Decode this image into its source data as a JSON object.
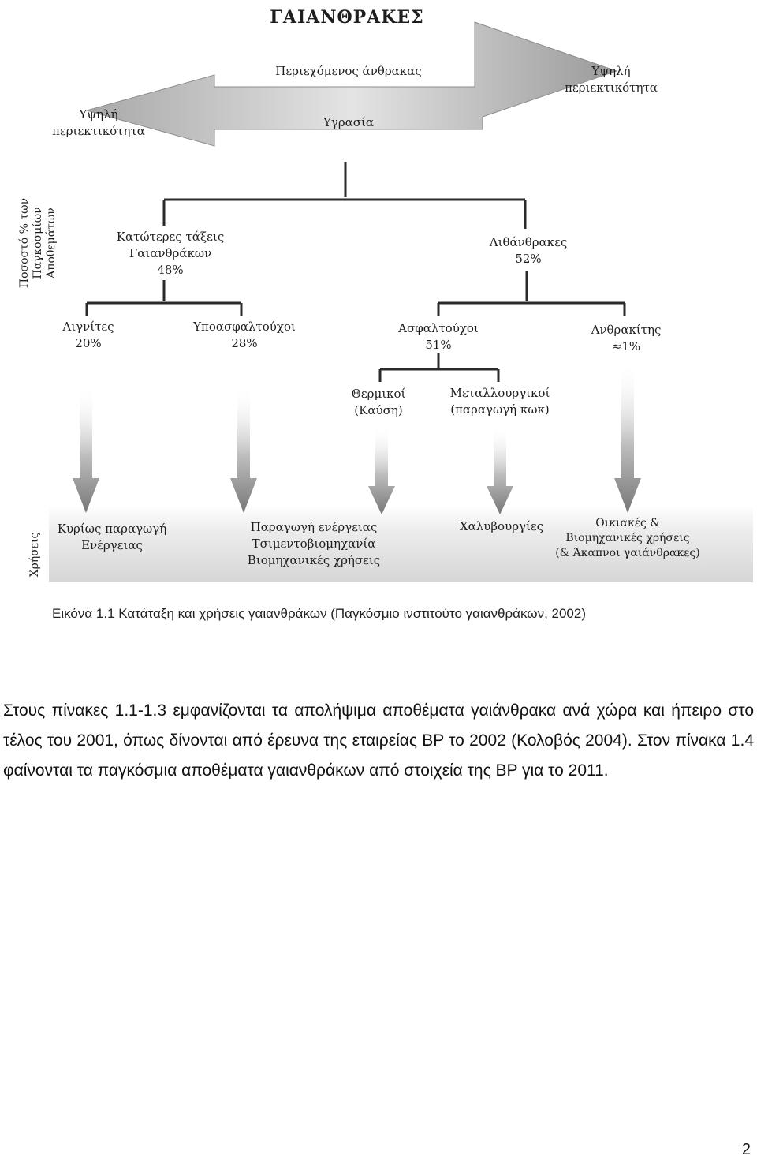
{
  "figure": {
    "title": "ΓΑΙΑΝΘΡΑΚΕΣ",
    "arrow": {
      "upper_label": "Περιεχόμενος άνθρακας",
      "lower_label": "Υγρασία",
      "right_label": [
        "Υψηλή",
        "περιεκτικότητα"
      ],
      "left_label": [
        "Υψηλή",
        "περιεκτικότητα"
      ]
    },
    "side_label_share": [
      "Ποσοστό % των",
      "Παγκοσμίων",
      "Αποθεμάτων"
    ],
    "side_label_uses": "Χρήσεις",
    "level1": [
      {
        "lines": [
          "Κατώτερες τάξεις",
          "Γαιανθράκων",
          "48%"
        ]
      },
      {
        "lines": [
          "Λιθάνθρακες",
          "52%"
        ]
      }
    ],
    "level2": [
      {
        "lines": [
          "Λιγνίτες",
          "20%"
        ]
      },
      {
        "lines": [
          "Υποασφαλτούχοι",
          "28%"
        ]
      },
      {
        "lines": [
          "Ασφαλτούχοι",
          "51%"
        ]
      },
      {
        "lines": [
          "Ανθρακίτης",
          "≈1%"
        ]
      }
    ],
    "level3": [
      {
        "lines": [
          "Θερμικοί",
          "(Καύση)"
        ]
      },
      {
        "lines": [
          "Μεταλλουργικοί",
          "(παραγωγή κωκ)"
        ]
      }
    ],
    "uses": [
      {
        "lines": [
          "Κυρίως παραγωγή",
          "Ενέργειας"
        ]
      },
      {
        "lines": [
          "Παραγωγή ενέργειας",
          "Τσιμεντοβιομηχανία",
          "Βιομηχανικές χρήσεις"
        ]
      },
      {
        "lines": [
          "Χαλυβουργίες"
        ]
      },
      {
        "lines": [
          "Οικιακές &",
          "Βιομηχανικές χρήσεις",
          "(& Άκαπνοι γαιάνθρακες)"
        ]
      }
    ]
  },
  "caption": "Εικόνα 1.1 Κατάταξη και χρήσεις γαιανθράκων (Παγκόσμιο ινστιτούτο γαιανθράκων, 2002)",
  "paragraph": "Στους πίνακες 1.1-1.3 εμφανίζονται τα απολήψιμα αποθέματα γαιάνθρακα ανά χώρα και ήπειρο στο τέλος του 2001, όπως δίνονται από έρευνα της εταιρείας BP το 2002 (Κολοβός 2004). Στον πίνακα 1.4 φαίνονται τα παγκόσμια αποθέματα γαιανθράκων από στοιχεία της BP για το 2011.",
  "page_number": "2"
}
